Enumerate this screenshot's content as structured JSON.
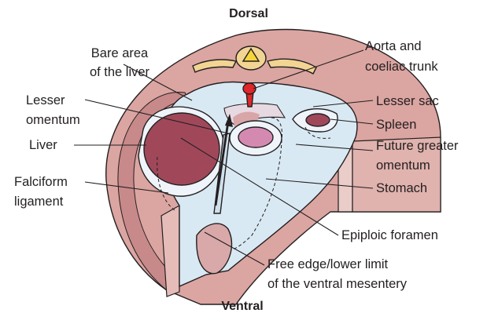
{
  "orientation": {
    "top": "Dorsal",
    "bottom": "Ventral"
  },
  "labels": {
    "bare_area": [
      "Bare area",
      "of the liver"
    ],
    "aorta": [
      "Aorta and",
      "coeliac trunk"
    ],
    "lesser_omentum": [
      "Lesser",
      "omentum"
    ],
    "lesser_sac": "Lesser sac",
    "spleen": "Spleen",
    "liver": "Liver",
    "future_greater_omentum": [
      "Future greater",
      "omentum"
    ],
    "falciform": [
      "Falciform",
      "ligament"
    ],
    "stomach": "Stomach",
    "epiploic": "Epiploic foramen",
    "free_edge": [
      "Free edge/lower limit",
      "of the ventral mesentery"
    ]
  },
  "colors": {
    "body_wall": "#dba5a1",
    "body_wall_dark": "#c8898a",
    "body_wall_light": "#eacdc9",
    "cavity": "#d9e9f3",
    "organ": "#a0485a",
    "organ_light": "#d48ab0",
    "vertebra": "#f2d493",
    "vertebra_core": "#f6d53a",
    "aorta": "#e0262a",
    "outline": "#231f20"
  }
}
